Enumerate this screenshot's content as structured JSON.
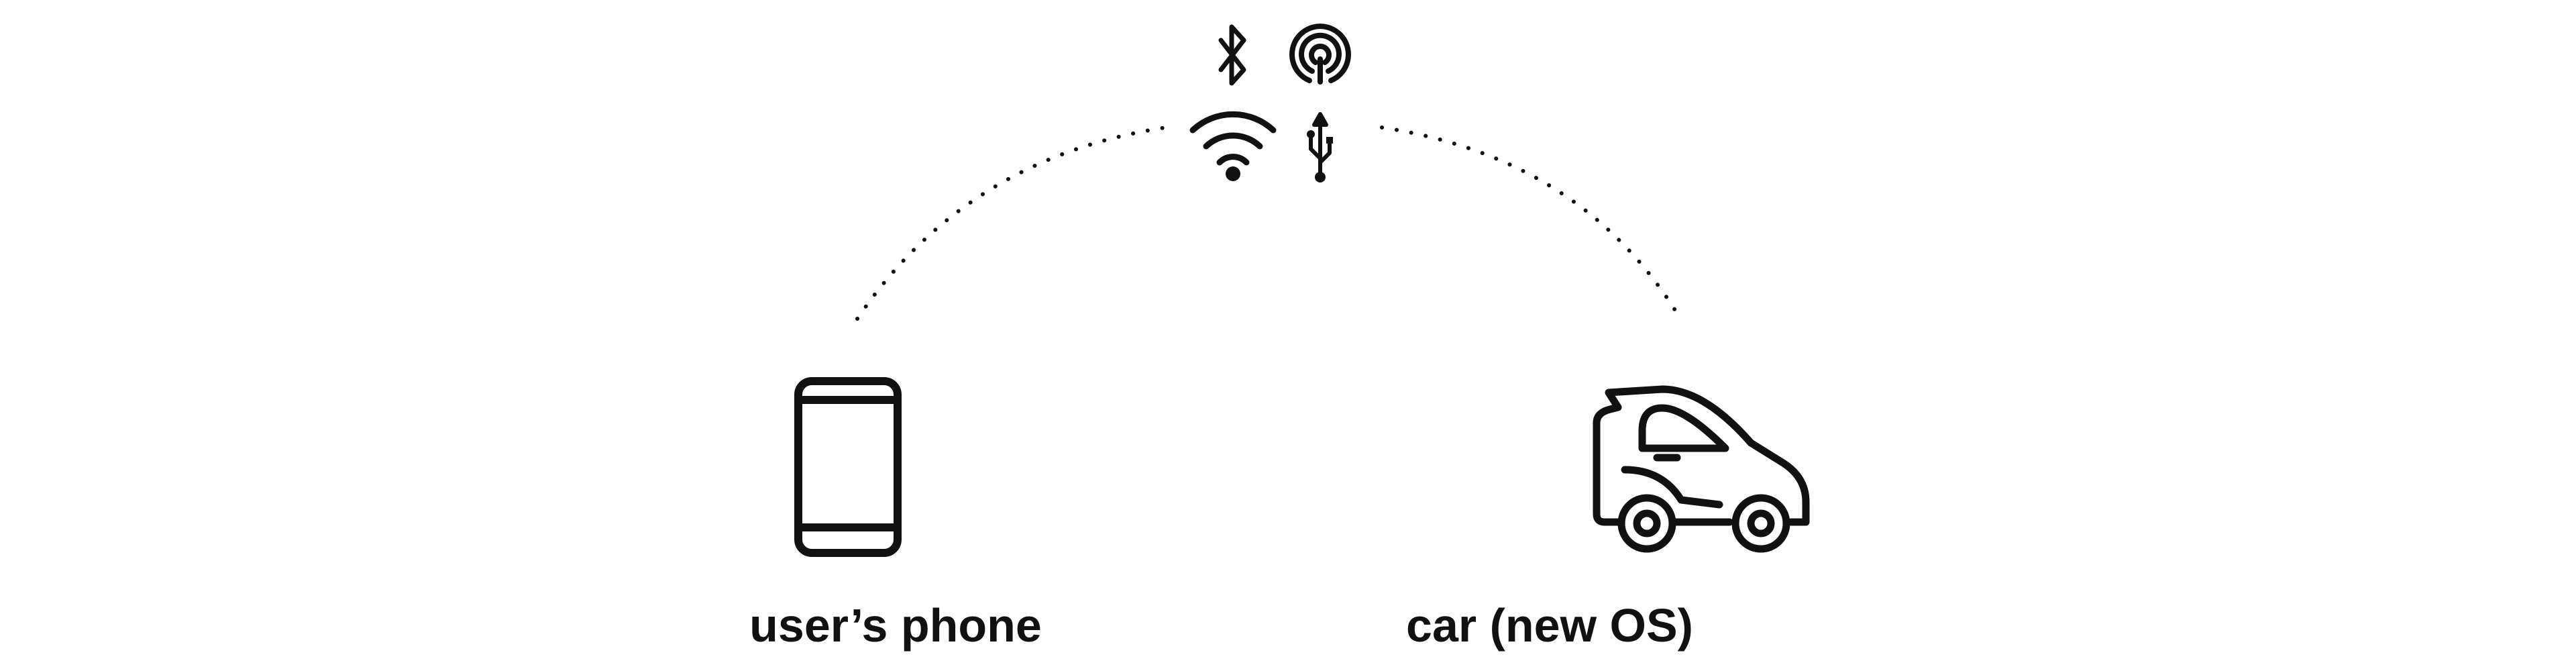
{
  "diagram": {
    "nodes": [
      {
        "id": "phone",
        "label": "user’s phone",
        "icon": "smartphone-icon"
      },
      {
        "id": "car",
        "label": "car (new OS)",
        "icon": "car-icon"
      }
    ],
    "connection": {
      "style": "dotted-arc",
      "channels": [
        {
          "name": "bluetooth",
          "icon": "bluetooth-icon"
        },
        {
          "name": "nfc",
          "icon": "nfc-icon"
        },
        {
          "name": "wifi",
          "icon": "wifi-icon"
        },
        {
          "name": "usb",
          "icon": "usb-icon"
        }
      ]
    },
    "colors": {
      "stroke": "#111111",
      "background": "#ffffff"
    }
  }
}
